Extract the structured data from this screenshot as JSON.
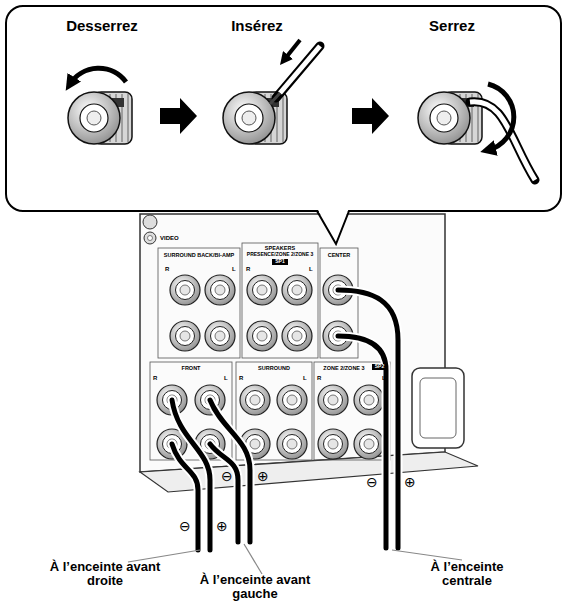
{
  "diagram": {
    "nodes": [
      {
        "text": [
          "Desserrez",
          "Insérez",
          "Serrez"
        ]
      }
    ],
    "labels": [
      "VIDEO",
      "SURROUND BACK/BI-AMP",
      "SPEAKERS",
      "PRESENCE/ZONE 2/ZONE 3",
      "SP1",
      "CENTER",
      "R",
      "L",
      "R",
      "L",
      "FRONT",
      "SURROUND",
      "ZONE 2/ZONE 3",
      "SP2",
      "R",
      "L",
      "R",
      "L",
      "R",
      "L",
      "⊖",
      "⊕",
      "⊖",
      "⊕",
      "⊖",
      "⊕",
      "À l’enceinte avant droite",
      "À l’enceinte avant gauche",
      "À l’enceinte centrale"
    ]
  }
}
